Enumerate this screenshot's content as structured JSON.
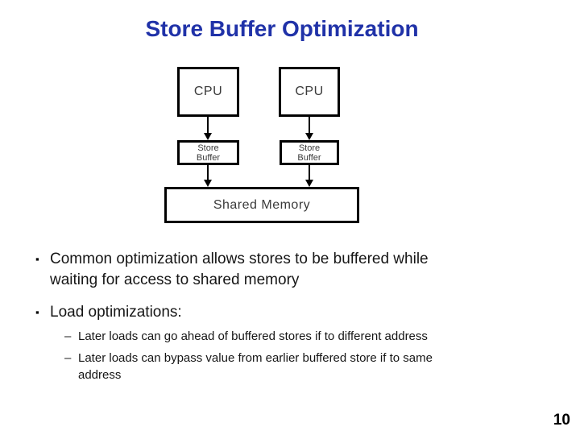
{
  "slide": {
    "title": "Store Buffer Optimization",
    "page_number": "10"
  },
  "colors": {
    "title_blue": "#2032A8",
    "diagram_border": "#000000",
    "body_text": "#161616"
  },
  "diagram": {
    "cpu_left": {
      "label": "CPU"
    },
    "cpu_right": {
      "label": "CPU"
    },
    "store_buffer_left": {
      "line1": "Store",
      "line2": "Buffer"
    },
    "store_buffer_right": {
      "line1": "Store",
      "line2": "Buffer"
    },
    "shared_memory": {
      "label": "Shared Memory"
    }
  },
  "content": {
    "bullets": [
      {
        "marker": "▪",
        "lines": [
          "Common optimization allows stores to be buffered while",
          "waiting for access to shared memory"
        ]
      },
      {
        "marker": "▪",
        "lines": [
          "Load optimizations:"
        ]
      }
    ],
    "sub_bullets": [
      {
        "marker": "–",
        "lines": [
          "Later loads can go ahead of buffered stores if to different address"
        ]
      },
      {
        "marker": "–",
        "lines": [
          "Later loads can bypass value from earlier buffered store if to same",
          "address"
        ]
      }
    ]
  }
}
